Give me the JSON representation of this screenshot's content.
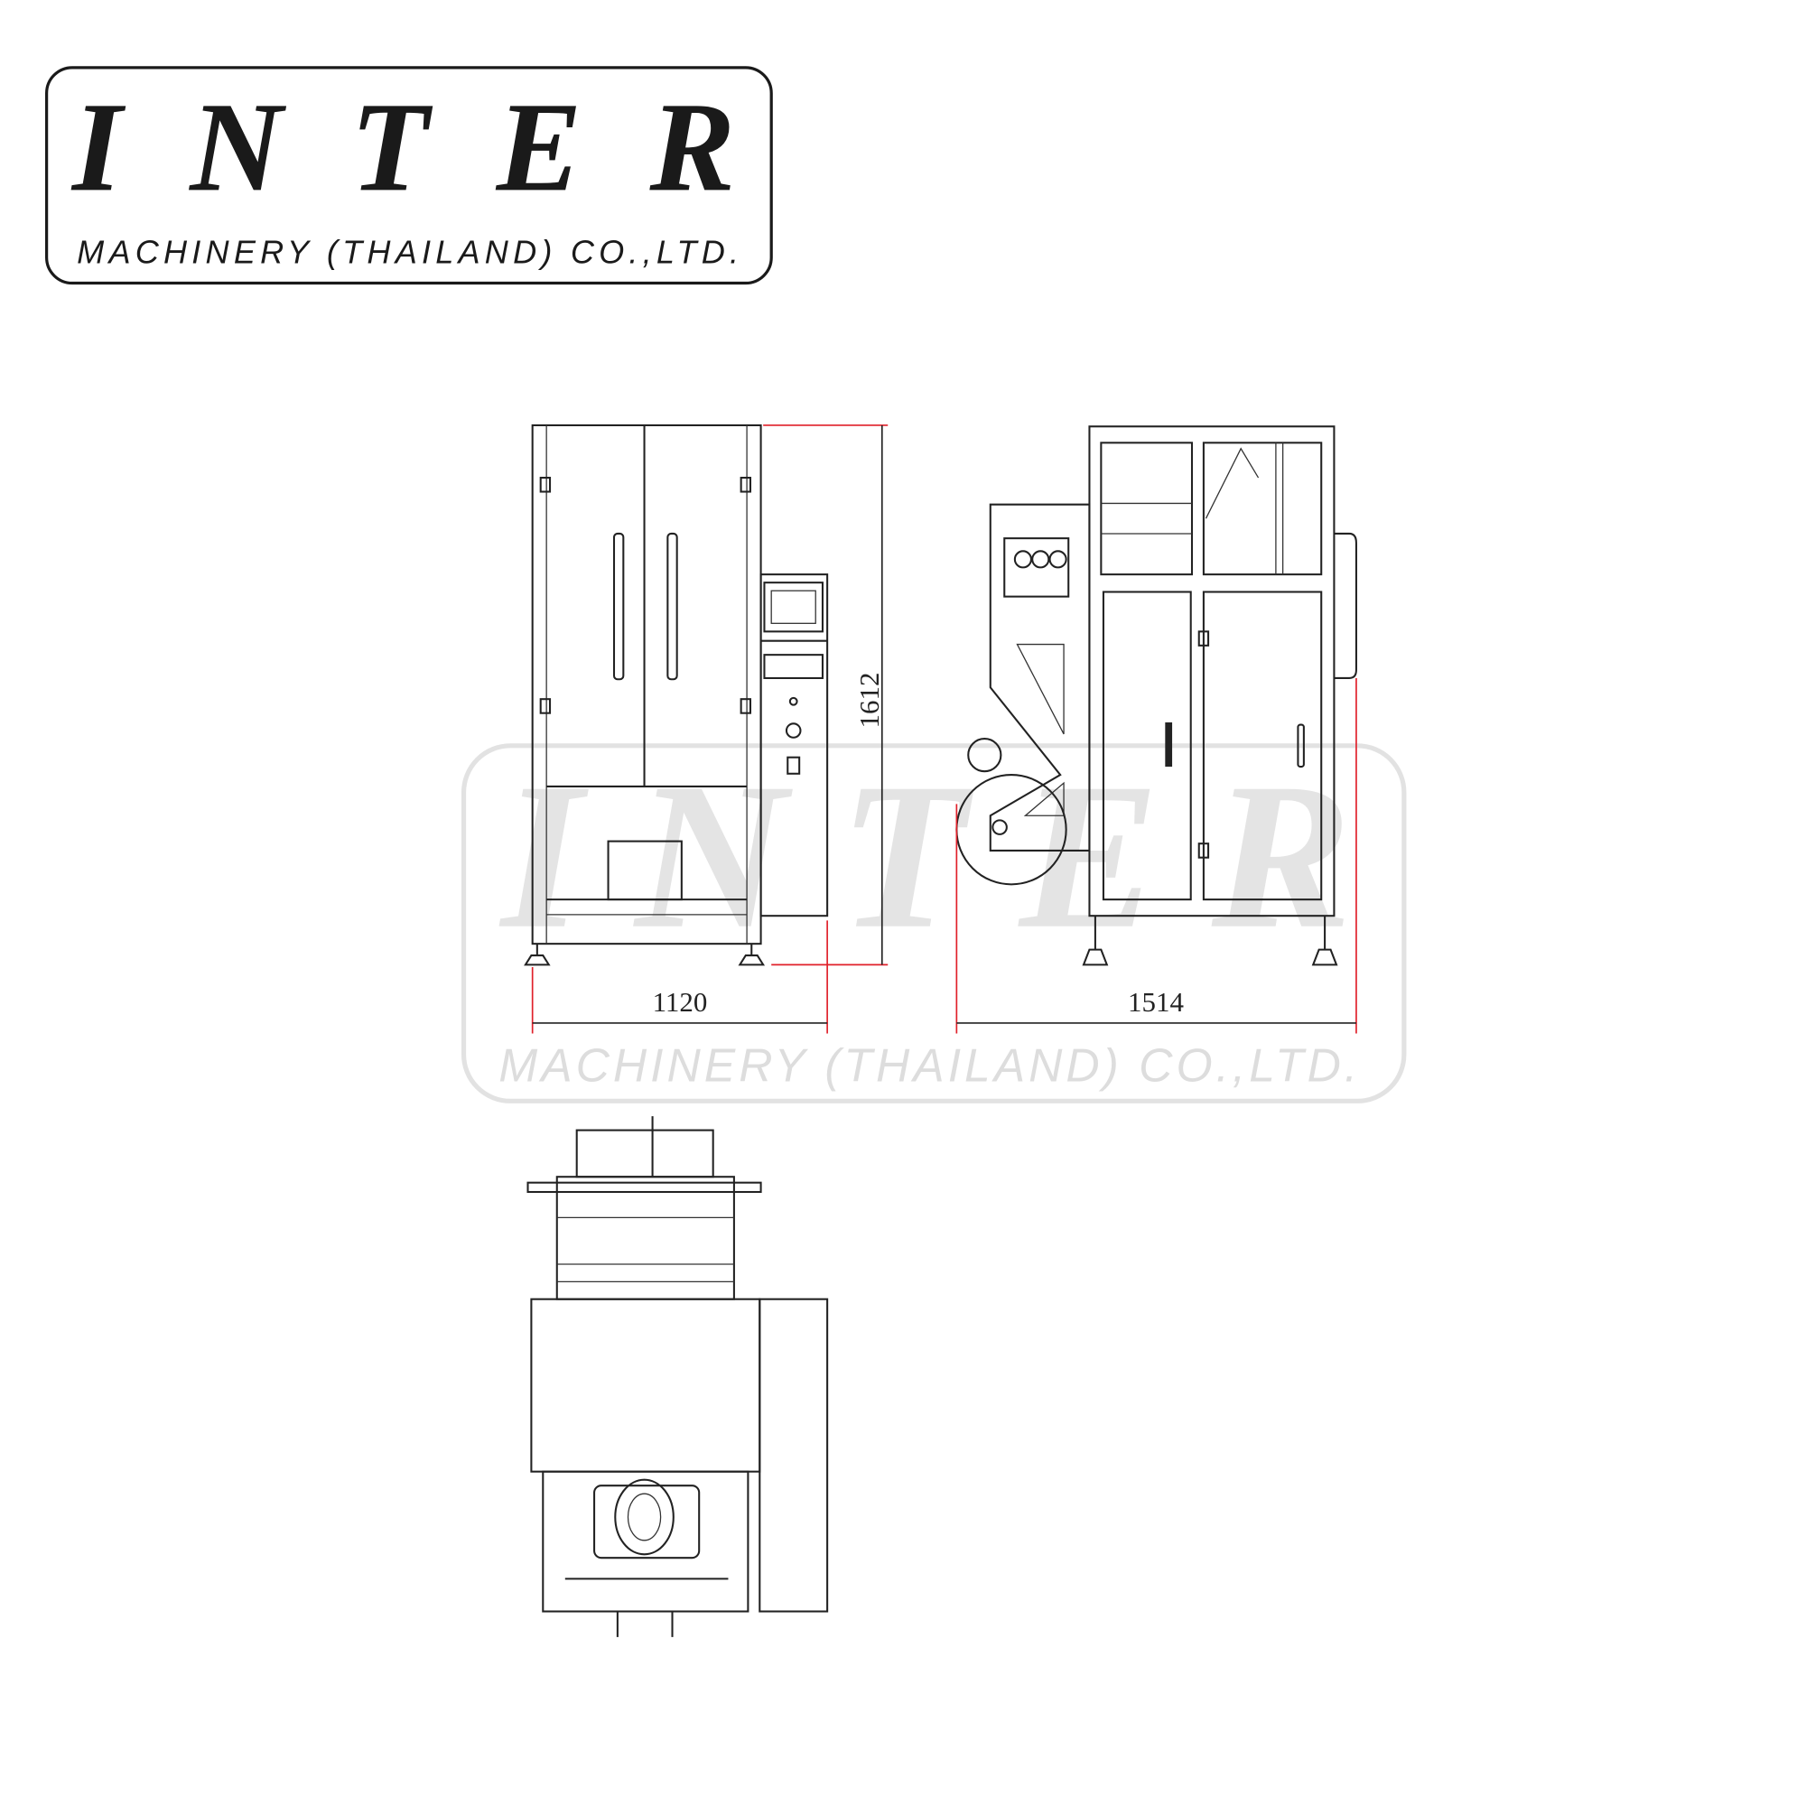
{
  "logo": {
    "brand": "INTER",
    "company": "MACHINERY (THAILAND) CO.,LTD."
  },
  "watermark": {
    "brand": "INTER",
    "company": "MACHINERY (THAILAND) CO.,LTD."
  },
  "dimensions": {
    "front_width": "1120",
    "height": "1612",
    "side_depth": "1514"
  },
  "colors": {
    "line": "#222222",
    "dimension_reference": "#e0202a",
    "watermark": "#cfcfcf"
  }
}
